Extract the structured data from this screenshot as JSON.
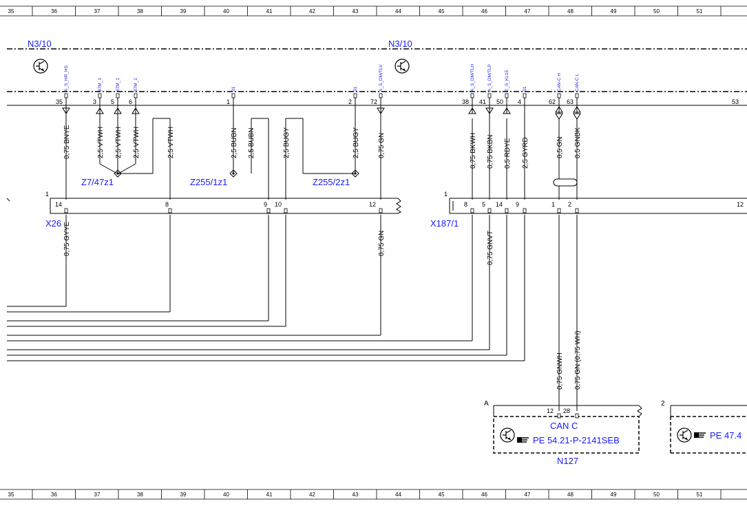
{
  "ruler": {
    "columns": [
      "35",
      "36",
      "37",
      "38",
      "39",
      "40",
      "41",
      "42",
      "43",
      "44",
      "45",
      "46",
      "47",
      "48",
      "49",
      "50",
      "51"
    ]
  },
  "components": {
    "n3_10_left": "N3/10",
    "n3_10_right": "N3/10",
    "z7_47z1": "Z7/47z1",
    "z255_1z1": "Z255/1z1",
    "z255_2z1": "Z255/2z1",
    "x26": "X26",
    "x187_1": "X187/1",
    "n127": "N127",
    "can_c": "CAN C",
    "pe_ref_1": "PE 54.21-P-2141SEB",
    "pe_ref_2": "PE 47.4"
  },
  "signals": [
    "A_S_HR_HS",
    "87M_1",
    "87M_1",
    "87M_1",
    "31",
    "31",
    "A_S_DM/TLV",
    "A_S_DM/TLH",
    "A_S_DM/TLP",
    "E_S_KL15",
    "31",
    "CAN-C H",
    "CAN-C L"
  ],
  "pins_top": [
    "35",
    "3",
    "5",
    "6",
    "1",
    "2",
    "72",
    "38",
    "41",
    "50",
    "4",
    "62",
    "63",
    "53"
  ],
  "wires_top": [
    "0,75 BNYE",
    "2,5 VTWH",
    "2,5 VTWH",
    "2,5 VTWH",
    "2,5 VTWH",
    "2,5 BUBN",
    "2,5 BUBN",
    "2,5 BUGY",
    "2,5 BUGY",
    "0,75 GN",
    "0,75 BKWH",
    "0,75 BKBN",
    "0,5 RDYE",
    "2,5 GYRD",
    "0,5 GN",
    "0,5 GNBK"
  ],
  "x26_pins": [
    "1",
    "14",
    "8",
    "9",
    "10",
    "12"
  ],
  "x187_pins": [
    "1",
    "8",
    "5",
    "14",
    "9",
    "1",
    "2",
    "12"
  ],
  "wires_mid": [
    "0,75 GYYE",
    "0,75 GN",
    "0,75 GNVT"
  ],
  "wires_low": [
    "0,75 GNWH",
    "0,75 GN (0,75 WH)"
  ],
  "n127_pins": [
    "A",
    "12",
    "28",
    "2"
  ]
}
